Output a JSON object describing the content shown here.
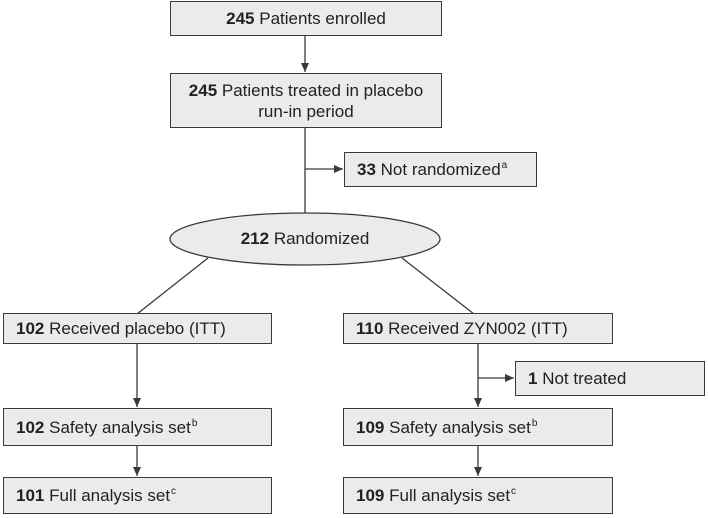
{
  "enrolled": {
    "num": "245",
    "text": "Patients enrolled"
  },
  "runin": {
    "num": "245",
    "line1": "Patients treated in placebo",
    "line2": "run-in period"
  },
  "not_randomized": {
    "num": "33",
    "text": "Not randomized",
    "note": "a"
  },
  "randomized": {
    "num": "212",
    "text": "Randomized"
  },
  "placebo": {
    "num": "102",
    "text": "Received placebo (ITT)"
  },
  "zyn": {
    "num": "110",
    "text": "Received ZYN002 (ITT)"
  },
  "not_treated": {
    "num": "1",
    "text": "Not treated"
  },
  "safety_placebo": {
    "num": "102",
    "text": "Safety analysis set",
    "note": "b"
  },
  "safety_zyn": {
    "num": "109",
    "text": "Safety analysis set",
    "note": "b"
  },
  "full_placebo": {
    "num": "101",
    "text": "Full analysis set",
    "note": "c"
  },
  "full_zyn": {
    "num": "109",
    "text": "Full analysis set",
    "note": "c"
  },
  "colors": {
    "box_fill": "#e9ebed",
    "stroke": "#3a3a3a"
  }
}
